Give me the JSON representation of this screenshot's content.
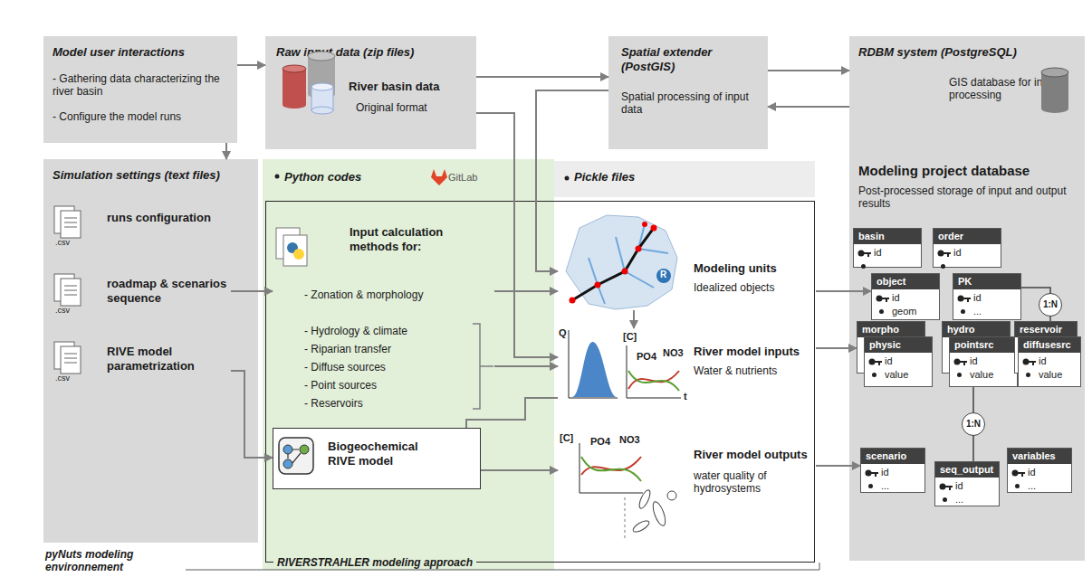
{
  "diagram": {
    "nodes": [
      {
        "text": [
          "Model user interactions",
          "- Gathering data characterizing the river basin",
          "- Configure the model runs"
        ]
      },
      {
        "text": [
          "Raw input data (zip files)",
          "River basin data",
          "Original format"
        ]
      },
      {
        "text": [
          "Spatial extender (PostGIS)",
          "Spatial processing of input data"
        ]
      },
      {
        "text": [
          "RDBM system (PostgreSQL)",
          "GIS database for input processing",
          "Modeling project database",
          "Post-processed storage of input and output results"
        ]
      },
      {
        "text": [
          "Simulation settings (text files)"
        ]
      },
      {
        "text": [
          "runs configuration"
        ],
        "in": 4
      },
      {
        "text": [
          "roadmap & scenarios sequence"
        ],
        "in": 4
      },
      {
        "text": [
          "RIVE model parametrization"
        ],
        "in": 4
      },
      {
        "text": [
          "Python codes",
          "GitLab"
        ]
      },
      {
        "text": [
          "Pickle files"
        ]
      },
      {
        "text": [
          "RIVERSTRAHLER modeling approach"
        ]
      },
      {
        "text": [
          "Input calculation methods for:",
          "- Zonation & morphology",
          "- Hydrology & climate",
          "- Riparian transfer",
          "- Diffuse sources",
          "- Point sources",
          "- Reservoirs"
        ],
        "in": 10
      },
      {
        "text": [
          "Biogeochemical RIVE model"
        ],
        "in": 10
      },
      {
        "text": [
          "Modeling units",
          "Idealized objects"
        ],
        "in": 10
      },
      {
        "text": [
          "River model inputs",
          "Water & nutrients"
        ],
        "in": 10
      },
      {
        "text": [
          "River model outputs",
          "water quality of hydrosystems"
        ],
        "in": 10
      },
      {
        "text": [
          "basin",
          "id"
        ],
        "in": 3
      },
      {
        "text": [
          "order",
          "id"
        ],
        "in": 3
      },
      {
        "text": [
          "object",
          "id",
          "geom"
        ],
        "in": 3
      },
      {
        "text": [
          "PK",
          "id",
          "..."
        ],
        "in": 3
      },
      {
        "text": [
          "morpho"
        ],
        "in": 3
      },
      {
        "text": [
          "physic",
          "id",
          "value"
        ],
        "in": 3
      },
      {
        "text": [
          "hydro"
        ],
        "in": 3
      },
      {
        "text": [
          "pointsrc",
          "id",
          "value"
        ],
        "in": 3
      },
      {
        "text": [
          "reservoir"
        ],
        "in": 3
      },
      {
        "text": [
          "diffusesrc",
          "id",
          "value"
        ],
        "in": 3
      },
      {
        "text": [
          "scenario",
          "id",
          "..."
        ],
        "in": 3
      },
      {
        "text": [
          "seq_output",
          "id",
          "..."
        ],
        "in": 3
      },
      {
        "text": [
          "variables",
          "id",
          "..."
        ],
        "in": 3
      }
    ],
    "edges": [
      {
        "from": 0,
        "to": 1,
        "arrow": "to"
      },
      {
        "from": 0,
        "to": 4,
        "arrow": "to"
      },
      {
        "from": 1,
        "to": 2,
        "arrow": "to"
      },
      {
        "from": 2,
        "to": 3,
        "arrow": "to"
      },
      {
        "from": 3,
        "to": 2,
        "arrow": "to"
      },
      {
        "from": 2,
        "to": 13,
        "arrow": "to"
      },
      {
        "from": 1,
        "to": 14,
        "arrow": "to"
      },
      {
        "from": 6,
        "to": 11,
        "arrow": "to"
      },
      {
        "from": 7,
        "to": 12,
        "arrow": "to"
      },
      {
        "from": 11,
        "to": 13,
        "arrow": "to"
      },
      {
        "from": 11,
        "to": 14,
        "arrow": "to"
      },
      {
        "from": 13,
        "to": 14,
        "arrow": "to"
      },
      {
        "from": 14,
        "to": 12,
        "arrow": "none"
      },
      {
        "from": 12,
        "to": 15,
        "arrow": "to"
      },
      {
        "from": 13,
        "to": 18,
        "arrow": "to"
      },
      {
        "from": 14,
        "to": 20,
        "arrow": "to"
      },
      {
        "from": 15,
        "to": 26,
        "arrow": "to"
      },
      {
        "from": 19,
        "to": 24,
        "label": "1:N",
        "arrow": "none"
      },
      {
        "from": 23,
        "to": 27,
        "label": "1:N",
        "arrow": "none"
      }
    ],
    "labels": [
      "pyNuts modeling environnement",
      "R",
      "Q",
      "t",
      "[C]",
      "PO4",
      "NO3",
      "[C]",
      "PO4",
      "NO3",
      ".csv",
      ".csv",
      ".csv"
    ]
  }
}
